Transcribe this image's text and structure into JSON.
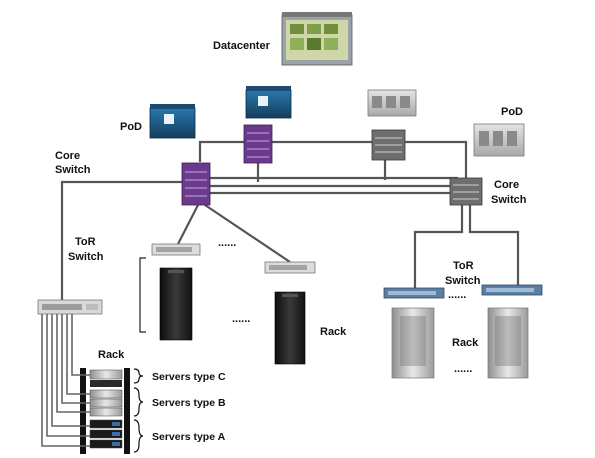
{
  "labels": {
    "datacenter": "Datacenter",
    "pod_left": "PoD",
    "pod_right": "PoD",
    "core_switch_left_1": "Core",
    "core_switch_left_2": "Switch",
    "core_switch_right_1": "Core",
    "core_switch_right_2": "Switch",
    "tor_left_1": "ToR",
    "tor_left_2": "Switch",
    "tor_right_1": "ToR",
    "tor_right_2": "Switch",
    "rack_left": "Rack",
    "rack_middle": "Rack",
    "rack_right": "Rack",
    "servers_c": "Servers type C",
    "servers_b": "Servers type B",
    "servers_a": "Servers type A",
    "ellipsis_1": "......",
    "ellipsis_2": "......",
    "ellipsis_3": "......",
    "ellipsis_4": "......",
    "ellipsis_5": "......"
  },
  "colors": {
    "link": "#555555",
    "pod_blue": "#1f5f8f",
    "switch_purple": "#6b3a8c",
    "switch_gray": "#6e6e6e",
    "tor_blue": "#5b7fa3",
    "rack_dark": "#1c1c1c"
  }
}
